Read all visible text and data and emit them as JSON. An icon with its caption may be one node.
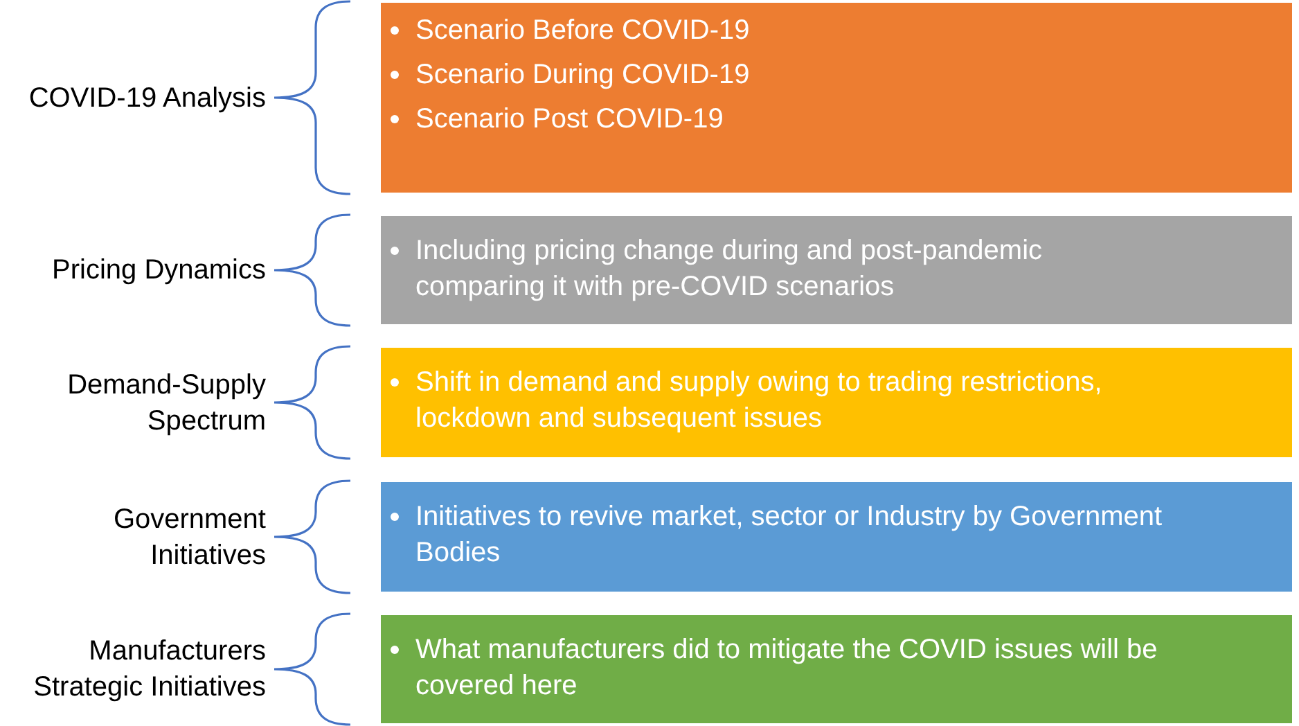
{
  "diagram": {
    "nodes": [
      {
        "text": [
          "Scenario Before COVID-19",
          "Scenario During COVID-19",
          "Scenario Post COVID-19"
        ]
      },
      {
        "text": [
          "Including pricing change during and post-pandemic comparing it with pre-COVID scenarios"
        ]
      },
      {
        "text": [
          "Shift in demand and supply owing to trading restrictions, lockdown and subsequent issues"
        ]
      },
      {
        "text": [
          "Initiatives to revive market, sector or Industry by Government Bodies"
        ]
      },
      {
        "text": [
          "What manufacturers did to mitigate the COVID issues will be covered here"
        ]
      }
    ],
    "labels": [
      "COVID-19 Analysis",
      "Pricing Dynamics",
      "Demand-Supply Spectrum",
      "Government Initiatives",
      "Manufacturers Strategic Initiatives"
    ]
  }
}
